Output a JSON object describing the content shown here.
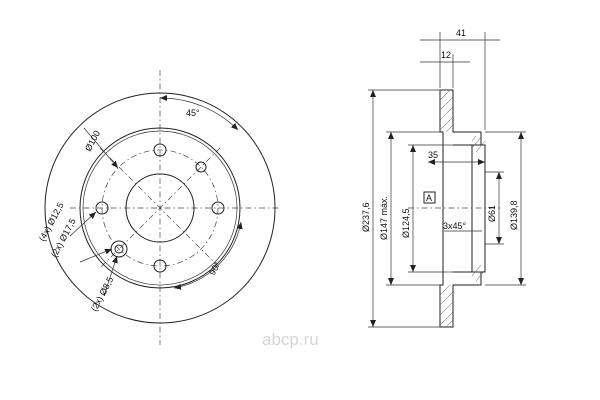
{
  "front_view": {
    "pcd_label": "Ø100",
    "angle_top_label": "45°",
    "angle_bottom_label": "90°",
    "hole_4x_label": "(4x) Ø12,5",
    "hole_2x_large_label": "(2x) Ø17,5",
    "hole_2x_small_label": "(2x) Ø8,5"
  },
  "side_view": {
    "width_total_label": "41",
    "width_hat_label": "12",
    "depth_label": "35",
    "outer_diameter_label": "Ø237,6",
    "braking_max_label": "Ø147 máx.",
    "inner_diameter_label": "Ø124,5",
    "bore_label": "Ø61",
    "hat_diameter_label": "Ø139,8",
    "chamfer_label": "3x45°",
    "datum_label": "A"
  },
  "watermark": "abcp.ru"
}
